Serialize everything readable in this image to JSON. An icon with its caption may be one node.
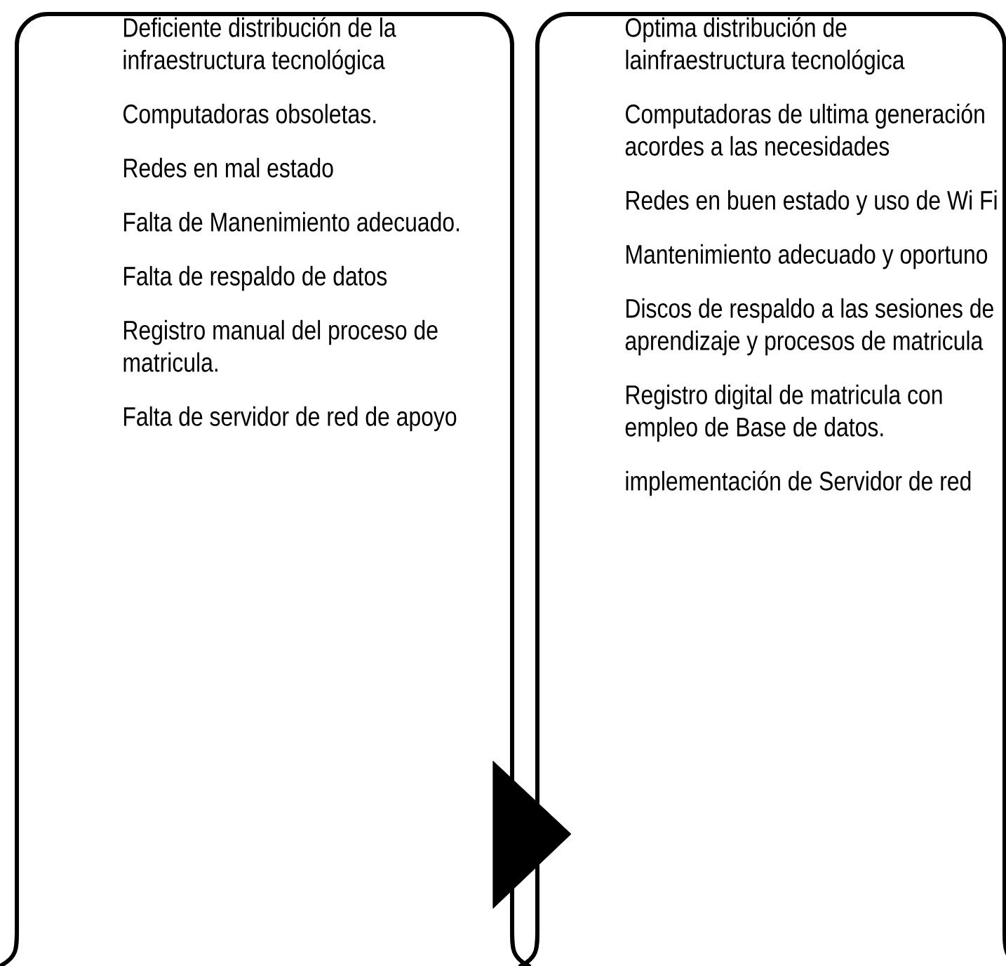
{
  "diagram": {
    "nodes": [
      {
        "text": [
          "Deficiente distribución de la infraestructura tecnológica",
          "Computadoras obsoletas.",
          "Redes en mal estado",
          "Falta de Manenimiento adecuado.",
          "Falta de respaldo de datos",
          "Registro manual del proceso de matricula.",
          "Falta de servidor de red de apoyo"
        ]
      },
      {
        "text": [
          "Optima distribución de lainfraestructura tecnológica",
          "Computadoras de ultima generación acordes a las necesidades",
          "Redes en buen estado y uso de Wi Fi",
          "Mantenimiento adecuado y oportuno",
          "Discos de respaldo a las sesiones de aprendizaje y procesos de matricula",
          "Registro digital de matricula con empleo de Base de datos.",
          "implementación de Servidor de red"
        ]
      }
    ],
    "edges": [
      {
        "from": 0,
        "to": 1,
        "arrow": "to"
      }
    ]
  }
}
